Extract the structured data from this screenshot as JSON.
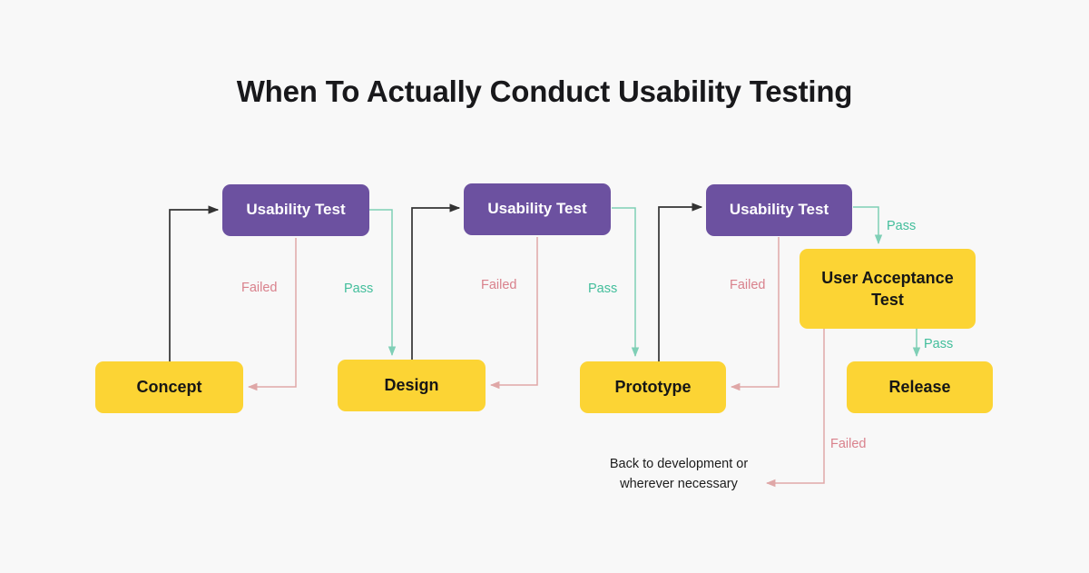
{
  "page": {
    "title": "When To Actually Conduct Usability Testing",
    "background_color": "#F8F8F8"
  },
  "colors": {
    "test_box": "#6C51A0",
    "stage_box": "#FCD434",
    "fail_edge": "#D9818C",
    "pass_edge": "#42BE9B",
    "default_edge": "#333333",
    "title_text": "#18181B"
  },
  "nodes": {
    "concept": {
      "label": "Concept",
      "type": "stage"
    },
    "design": {
      "label": "Design",
      "type": "stage"
    },
    "prototype": {
      "label": "Prototype",
      "type": "stage"
    },
    "release": {
      "label": "Release",
      "type": "stage"
    },
    "usability_test_1": {
      "label": "Usability Test",
      "type": "test"
    },
    "usability_test_2": {
      "label": "Usability Test",
      "type": "test"
    },
    "usability_test_3": {
      "label": "Usability Test",
      "type": "test"
    },
    "user_acceptance_test": {
      "label": "User Acceptance Test",
      "type": "stage"
    }
  },
  "edge_labels": {
    "failed_1": "Failed",
    "pass_1": "Pass",
    "failed_2": "Failed",
    "pass_2": "Pass",
    "failed_3": "Failed",
    "pass_3": "Pass",
    "pass_uat": "Pass",
    "failed_uat": "Failed"
  },
  "annotations": {
    "back_to_development": "Back to development or\nwherever necessary"
  }
}
